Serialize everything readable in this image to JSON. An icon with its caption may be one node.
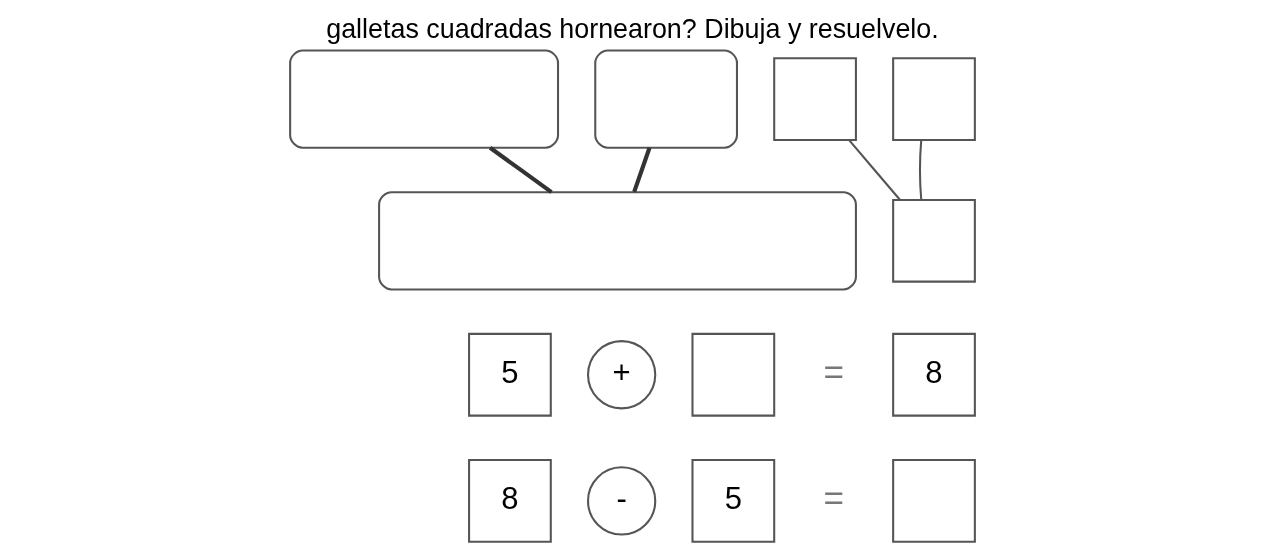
{
  "diagram": {
    "title": "galletas cuadradas hornearon? Dibuja y resuelvelo.",
    "nodes": [
      {
        "text": [],
        "shape": "box"
      },
      {
        "text": [],
        "shape": "box"
      },
      {
        "text": [],
        "shape": "box"
      },
      {
        "text": [],
        "shape": "box"
      },
      {
        "text": [],
        "shape": "box"
      },
      {
        "text": [],
        "shape": "box"
      },
      {
        "text": [
          "5"
        ]
      },
      {
        "text": [
          "+"
        ]
      },
      {
        "text": [],
        "shape": "box"
      },
      {
        "text": [
          "8"
        ]
      },
      {
        "text": [
          "8"
        ]
      },
      {
        "text": [
          "-"
        ]
      },
      {
        "text": [
          "5"
        ]
      },
      {
        "text": [],
        "shape": "box"
      }
    ],
    "edges": [
      {
        "from": 0,
        "to": 2,
        "arrow": "none",
        "style": "thick"
      },
      {
        "from": 1,
        "to": 2,
        "arrow": "none",
        "style": "thick"
      },
      {
        "from": 3,
        "to": 5,
        "arrow": "none"
      },
      {
        "from": 4,
        "to": 5,
        "arrow": "none"
      }
    ],
    "labels": [
      "=",
      "="
    ]
  }
}
